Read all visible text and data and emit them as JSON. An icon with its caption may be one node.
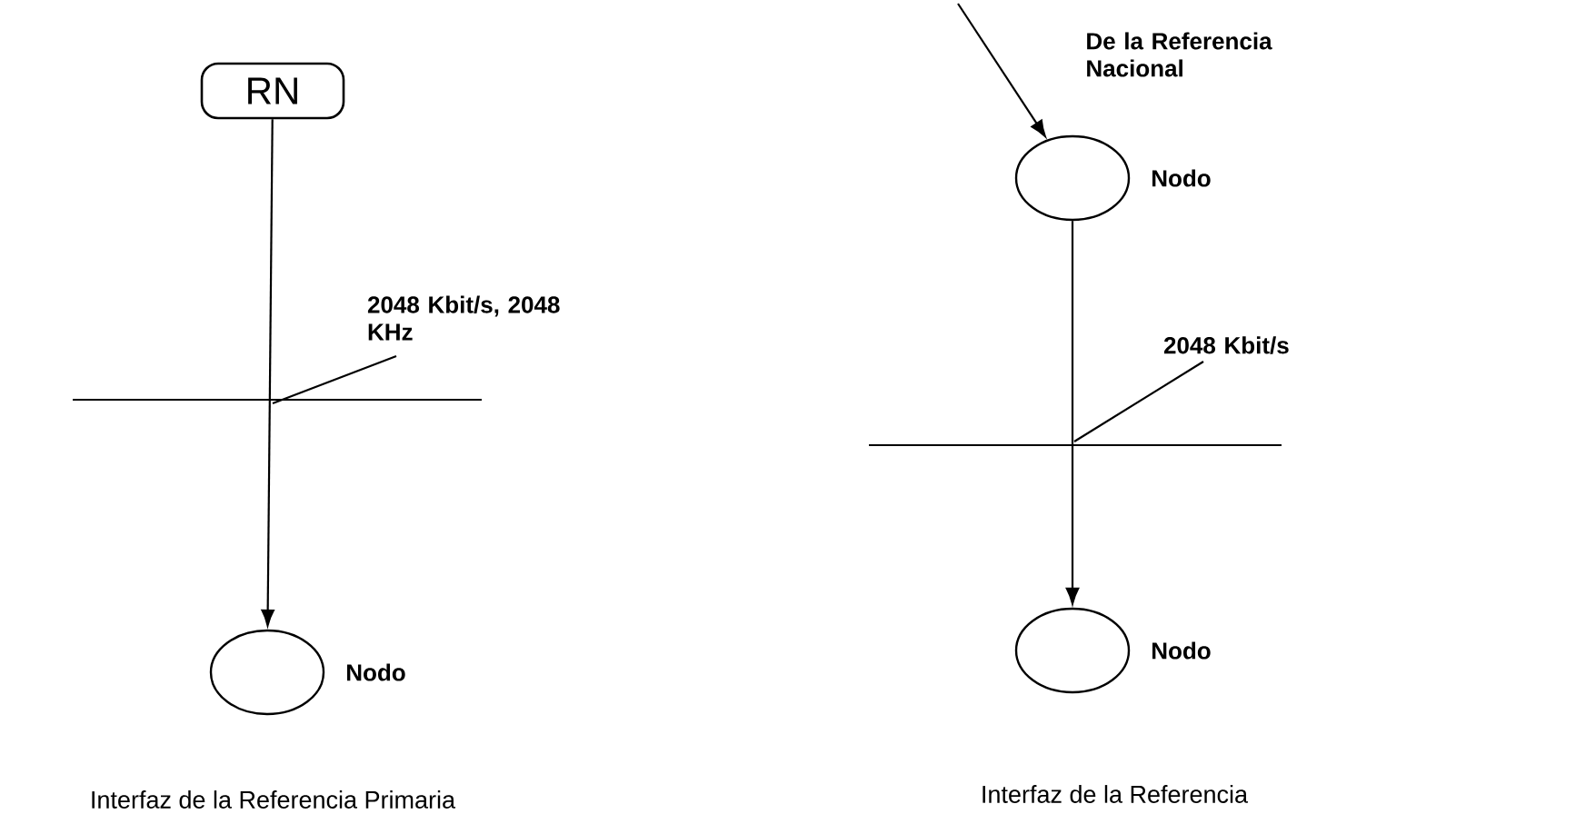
{
  "diagram": {
    "nodes": [
      {
        "text": [
          "RN"
        ]
      },
      {
        "text": [],
        "shape": "circle",
        "beside": [
          "Nodo"
        ]
      },
      {
        "text": [],
        "shape": "circle",
        "beside": [
          "Nodo"
        ]
      },
      {
        "text": [],
        "shape": "circle",
        "beside": [
          "Nodo"
        ]
      },
      {
        "text": [
          "2048 Kbit/s, 2048 KHz"
        ]
      },
      {
        "text": [
          "2048 Kbit/s"
        ]
      }
    ],
    "edges": [
      {
        "from": 0,
        "to": 1,
        "arrow": "to"
      },
      {
        "from": null,
        "to": 2,
        "arrow": "to",
        "label": "De la Referencia Nacional"
      },
      {
        "from": 2,
        "to": 3,
        "arrow": "to"
      },
      {
        "from": 4,
        "to": null,
        "arrow": "none"
      },
      {
        "from": 5,
        "to": null,
        "arrow": "none"
      }
    ],
    "labels": [
      "Interfaz de la Referencia Primaria",
      "Interfaz de la Referencia"
    ]
  }
}
